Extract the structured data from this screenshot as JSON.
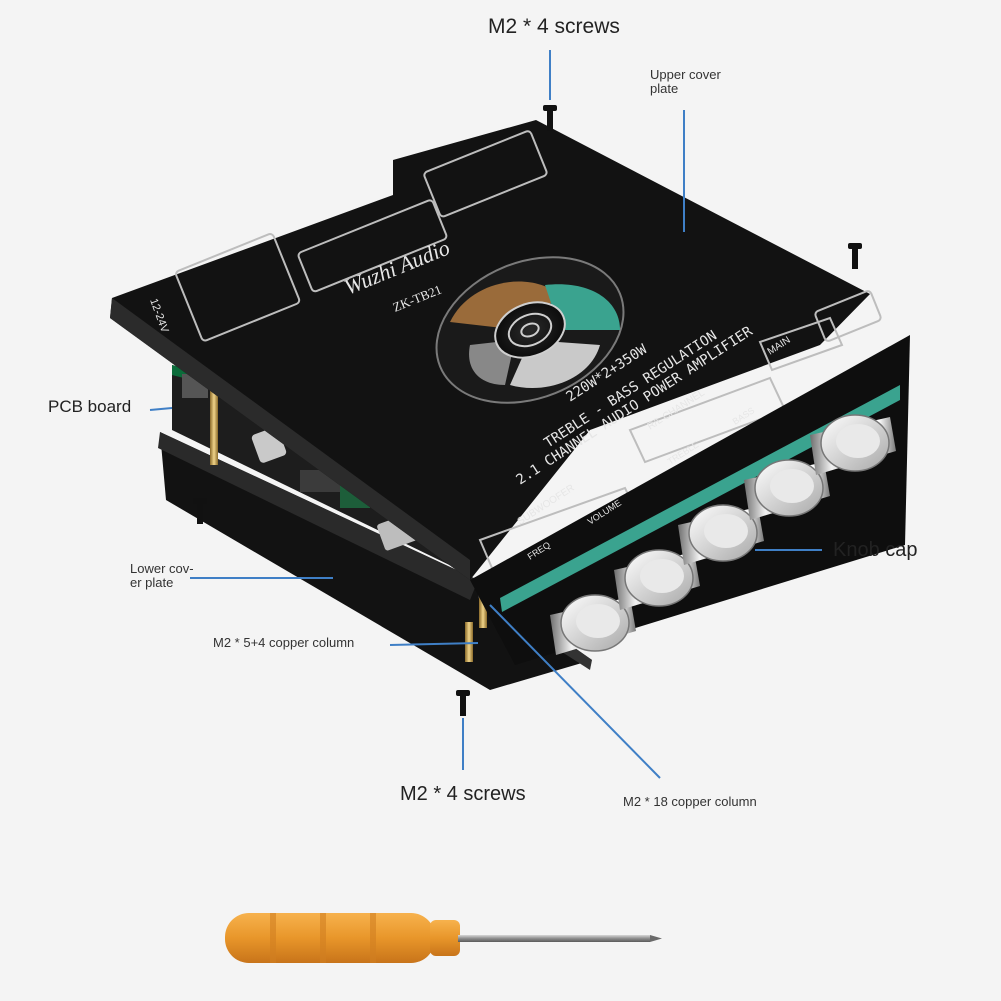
{
  "labels": {
    "top_screws": "M2 * 4 screws",
    "upper_cover_line1": "Upper cover",
    "upper_cover_line2": "plate",
    "pcb_board": "PCB board",
    "lower_cover_line1": "Lower cov-",
    "lower_cover_line2": "er plate",
    "copper_column_short": "M2 * 5+4 copper column",
    "knob_cap": "Knob cap",
    "bottom_screws": "M2 * 4 screws",
    "copper_column_long": "M2 * 18 copper column"
  },
  "board_print": {
    "brand": "Wuzhi Audio",
    "model": "ZK-TB21",
    "power_line": "220W*2+350W",
    "line2": "TREBLE - BASS REGULATION",
    "line3": "2.1 CHANNEL AUDIO POWER AMPLIFIER",
    "voltage": "12-24V",
    "subwoofer": "SUBWOOFER",
    "lr_channel": "R/L CHANNEL",
    "main": "MAIN",
    "freq": "FREQ",
    "volume": "VOLUME",
    "treble": "TREBLE",
    "bass": "BASS"
  },
  "colors": {
    "board": "#151515",
    "leader_line": "#3f7fc6",
    "handle": "#e8962a",
    "shaft": "#9a9a9a",
    "heatsink_teal": "#3aa38f"
  },
  "icons": [
    "screw-icon",
    "screwdriver-icon",
    "knob-icon",
    "speaker-icon"
  ]
}
